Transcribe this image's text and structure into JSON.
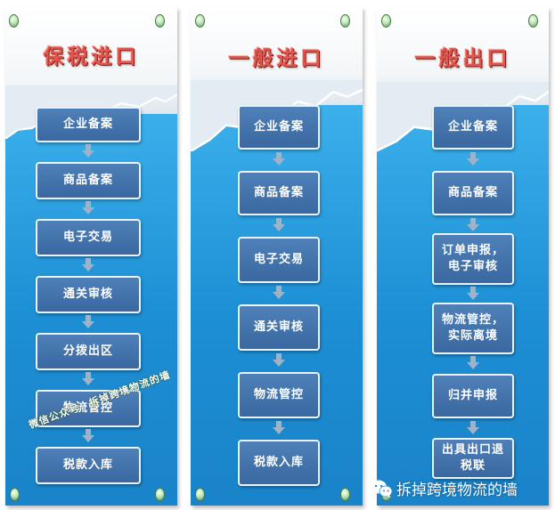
{
  "columns": [
    {
      "title": "保税进口",
      "steps": [
        "企业备案",
        "商品备案",
        "电子交易",
        "通关审核",
        "分拨出区",
        "物流管控",
        "税款入库"
      ]
    },
    {
      "title": "一般进口",
      "steps": [
        "企业备案",
        "商品备案",
        "电子交易",
        "通关审核",
        "物流管控",
        "税款入库"
      ]
    },
    {
      "title": "一般出口",
      "steps": [
        "企业备案",
        "商品备案",
        "订单申报，\n电子审核",
        "物流管控，\n实际离境",
        "归并申报",
        "出具出口退\n税联"
      ]
    }
  ],
  "watermark": "微信公众号：拆掉跨境物流的墙",
  "brand": {
    "icon": "wechat-icon",
    "text": "拆掉跨境物流的墙"
  },
  "colors": {
    "panel_blue": "#1f8fd6",
    "step_box": "#4270a8",
    "title_red": "#e0564d",
    "arrow": "#9fb3c8",
    "pin_green": "#bfe6b8"
  }
}
